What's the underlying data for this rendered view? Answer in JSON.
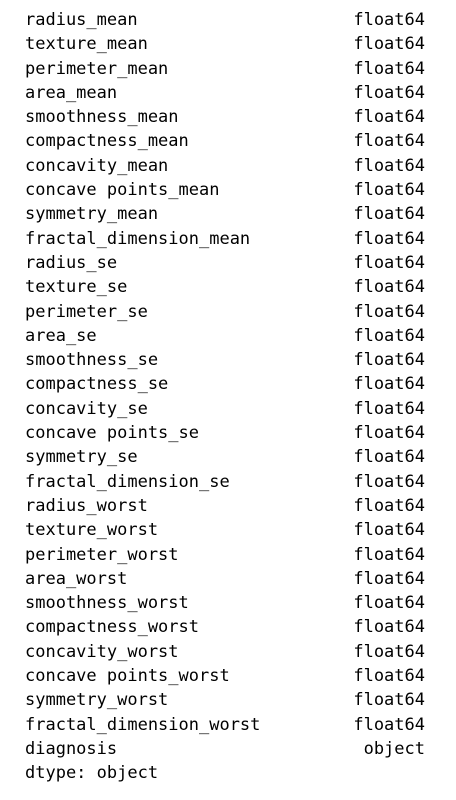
{
  "series": [
    {
      "name": "radius_mean",
      "dtype": "float64"
    },
    {
      "name": "texture_mean",
      "dtype": "float64"
    },
    {
      "name": "perimeter_mean",
      "dtype": "float64"
    },
    {
      "name": "area_mean",
      "dtype": "float64"
    },
    {
      "name": "smoothness_mean",
      "dtype": "float64"
    },
    {
      "name": "compactness_mean",
      "dtype": "float64"
    },
    {
      "name": "concavity_mean",
      "dtype": "float64"
    },
    {
      "name": "concave points_mean",
      "dtype": "float64"
    },
    {
      "name": "symmetry_mean",
      "dtype": "float64"
    },
    {
      "name": "fractal_dimension_mean",
      "dtype": "float64"
    },
    {
      "name": "radius_se",
      "dtype": "float64"
    },
    {
      "name": "texture_se",
      "dtype": "float64"
    },
    {
      "name": "perimeter_se",
      "dtype": "float64"
    },
    {
      "name": "area_se",
      "dtype": "float64"
    },
    {
      "name": "smoothness_se",
      "dtype": "float64"
    },
    {
      "name": "compactness_se",
      "dtype": "float64"
    },
    {
      "name": "concavity_se",
      "dtype": "float64"
    },
    {
      "name": "concave points_se",
      "dtype": "float64"
    },
    {
      "name": "symmetry_se",
      "dtype": "float64"
    },
    {
      "name": "fractal_dimension_se",
      "dtype": "float64"
    },
    {
      "name": "radius_worst",
      "dtype": "float64"
    },
    {
      "name": "texture_worst",
      "dtype": "float64"
    },
    {
      "name": "perimeter_worst",
      "dtype": "float64"
    },
    {
      "name": "area_worst",
      "dtype": "float64"
    },
    {
      "name": "smoothness_worst",
      "dtype": "float64"
    },
    {
      "name": "compactness_worst",
      "dtype": "float64"
    },
    {
      "name": "concavity_worst",
      "dtype": "float64"
    },
    {
      "name": "concave points_worst",
      "dtype": "float64"
    },
    {
      "name": "symmetry_worst",
      "dtype": "float64"
    },
    {
      "name": "fractal_dimension_worst",
      "dtype": "float64"
    },
    {
      "name": "diagnosis",
      "dtype": "object"
    }
  ],
  "footer": "dtype: object"
}
